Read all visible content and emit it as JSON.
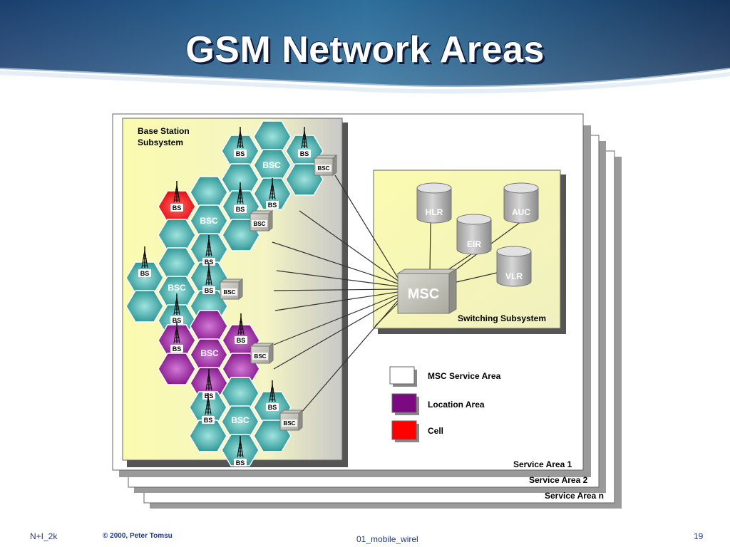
{
  "slide": {
    "title": "GSM Network Areas",
    "footer": {
      "left": "N+I_2k",
      "copyright": "© 2000, Peter Tomsu",
      "center": "01_mobile_wirel",
      "page": "19"
    }
  },
  "diagram": {
    "bss_label_line1": "Base Station",
    "bss_label_line2": "Subsystem",
    "switching_label": "Switching Subsystem",
    "msc": "MSC",
    "databases": {
      "hlr": "HLR",
      "auc": "AUC",
      "eir": "EIR",
      "vlr": "VLR"
    },
    "bs_label": "BS",
    "bsc_label": "BSC",
    "service_areas": [
      "Service Area 1",
      "Service Area 2",
      "Service Area n"
    ],
    "legend": [
      {
        "label": "MSC Service Area",
        "color": "#ffffff"
      },
      {
        "label": "Location Area",
        "color": "#7b0a82"
      },
      {
        "label": "Cell",
        "color": "#ff0000"
      }
    ]
  }
}
